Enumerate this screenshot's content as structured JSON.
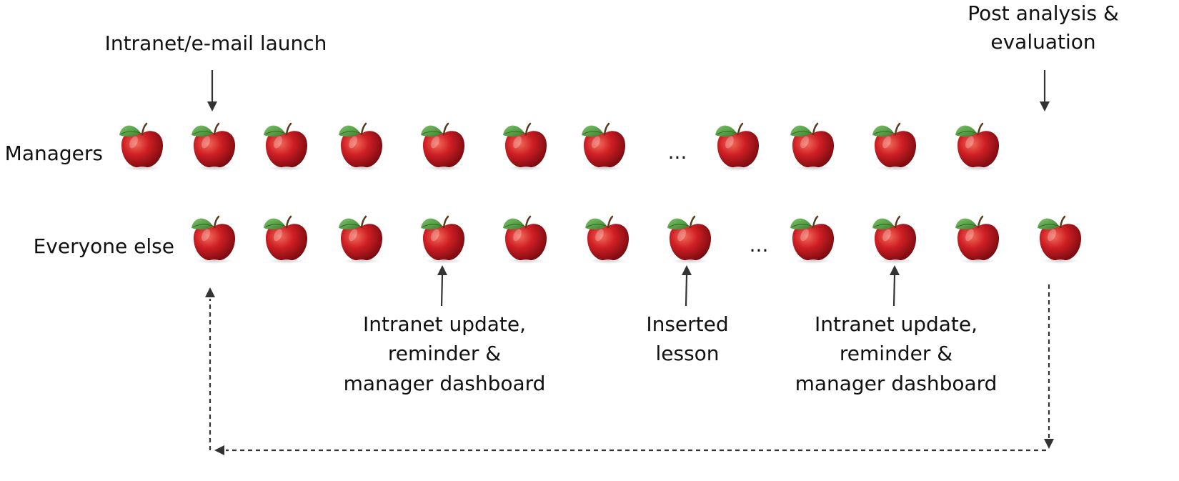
{
  "row_labels": {
    "managers": "Managers",
    "everyone_else": "Everyone else"
  },
  "annotations": {
    "launch": "Intranet/e-mail launch",
    "post_analysis_line1": "Post analysis &",
    "post_analysis_line2": "evaluation",
    "update1_line1": "Intranet update,",
    "update1_line2": "reminder &",
    "update1_line3": "manager dashboard",
    "inserted_line1": "Inserted",
    "inserted_line2": "lesson",
    "update2_line1": "Intranet update,",
    "update2_line2": "reminder &",
    "update2_line3": "manager dashboard"
  },
  "ellipsis": {
    "managers": "...",
    "everyone_else": "..."
  },
  "icons": {
    "item": "apple-icon",
    "apple_color": "#c8161d",
    "leaf_color": "#4f9a3a",
    "arrow_color": "#333333"
  }
}
